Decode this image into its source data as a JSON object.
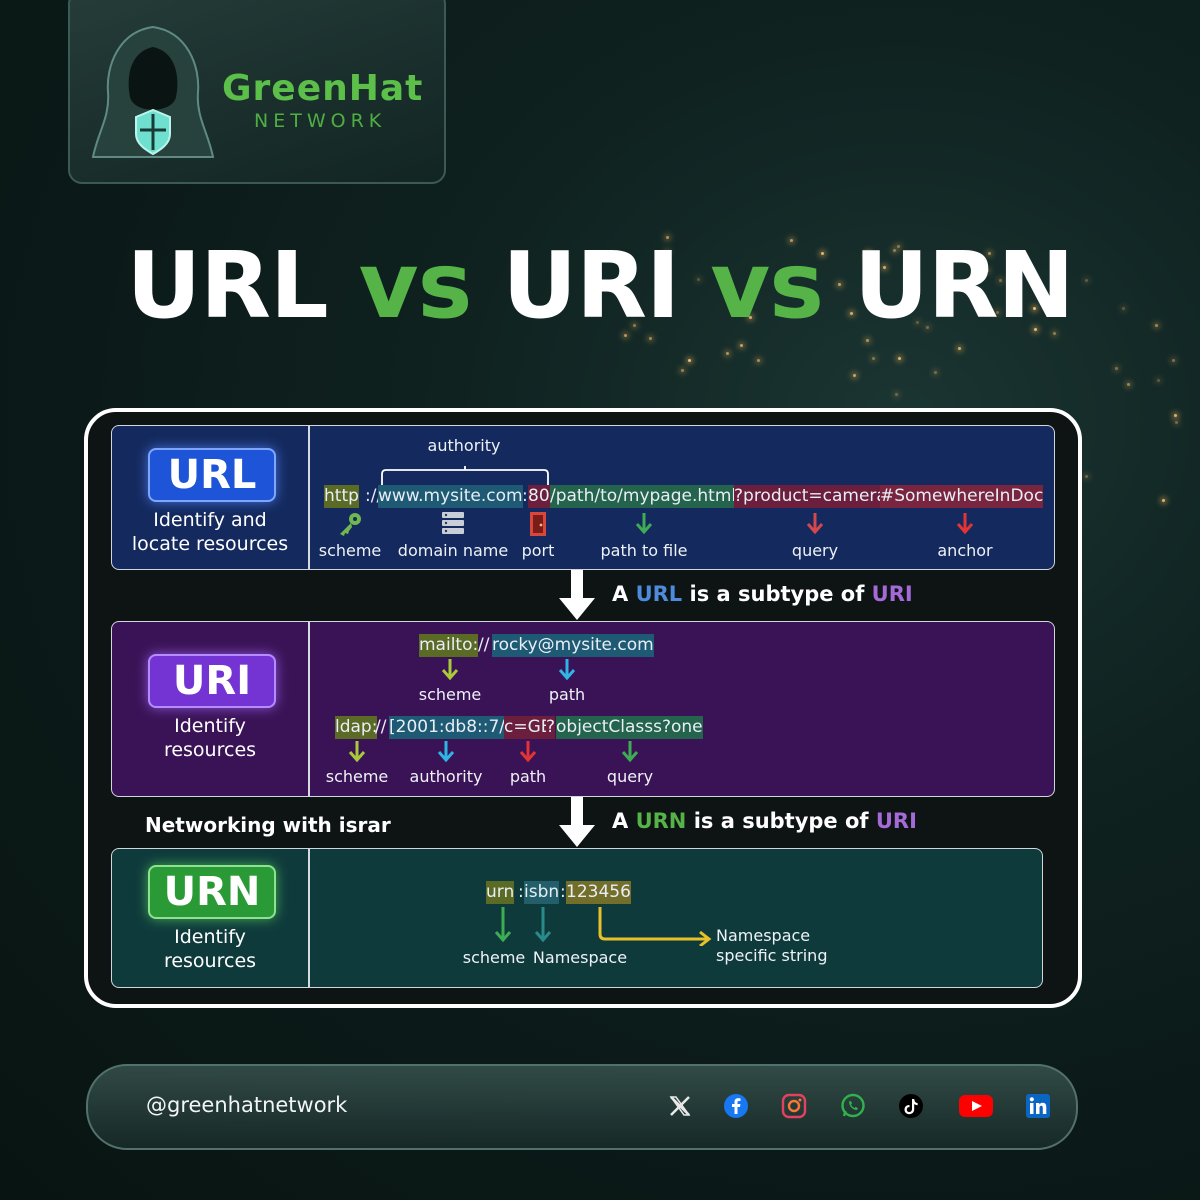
{
  "brand": {
    "name": "GreenHat",
    "sub": "NETWORK"
  },
  "title": {
    "part1": "URL",
    "vs1": "vs",
    "part2": "URI",
    "vs2": "vs",
    "part3": "URN"
  },
  "url_row": {
    "badge": "URL",
    "desc_line1": "Identify and",
    "desc_line2": "locate resources",
    "authority_label": "authority",
    "segments": [
      "http",
      "://",
      "www.mysite.com",
      ":",
      "80",
      "/path/to/mypage.html",
      "?product=camera",
      "#SomewhereInDoc"
    ],
    "labels": {
      "scheme": "scheme",
      "domain": "domain name",
      "port": "port",
      "path": "path to file",
      "query": "query",
      "anchor": "anchor"
    }
  },
  "between1": {
    "prefix": "A",
    "type": "URL",
    "mid": "is a subtype of",
    "parent": "URI"
  },
  "uri_row": {
    "badge": "URI",
    "desc_line1": "Identify",
    "desc_line2": "resources",
    "ex1_segments": [
      "mailto:",
      "//",
      "rocky@mysite.com"
    ],
    "ex1_labels": {
      "scheme": "scheme",
      "path": "path"
    },
    "ex2_segments": [
      "ldap:",
      "//",
      "[2001:db8::7/",
      "c=GB",
      "?",
      "objectClasss?one"
    ],
    "ex2_labels": {
      "scheme": "scheme",
      "authority": "authority",
      "path": "path",
      "query": "query"
    }
  },
  "networking": "Networking with israr",
  "between2": {
    "prefix": "A",
    "type": "URN",
    "mid": "is a subtype of",
    "parent": "URI"
  },
  "urn_row": {
    "badge": "URN",
    "desc_line1": "Identify",
    "desc_line2": "resources",
    "segments": [
      "urn",
      ":",
      "isbn",
      ":",
      "123456"
    ],
    "labels": {
      "scheme": "scheme",
      "namespace": "Namespace",
      "nss_line1": "Namespace",
      "nss_line2": "specific string"
    }
  },
  "footer": {
    "handle": "@greenhatnetwork",
    "social_icons": [
      "x-icon",
      "facebook-icon",
      "instagram-icon",
      "whatsapp-icon",
      "tiktok-icon",
      "youtube-icon",
      "linkedin-icon"
    ]
  },
  "colors": {
    "accent_green": "#55b347",
    "url_blue": "#1e55d8",
    "uri_purple": "#7434d3",
    "urn_green": "#2a9a36"
  }
}
